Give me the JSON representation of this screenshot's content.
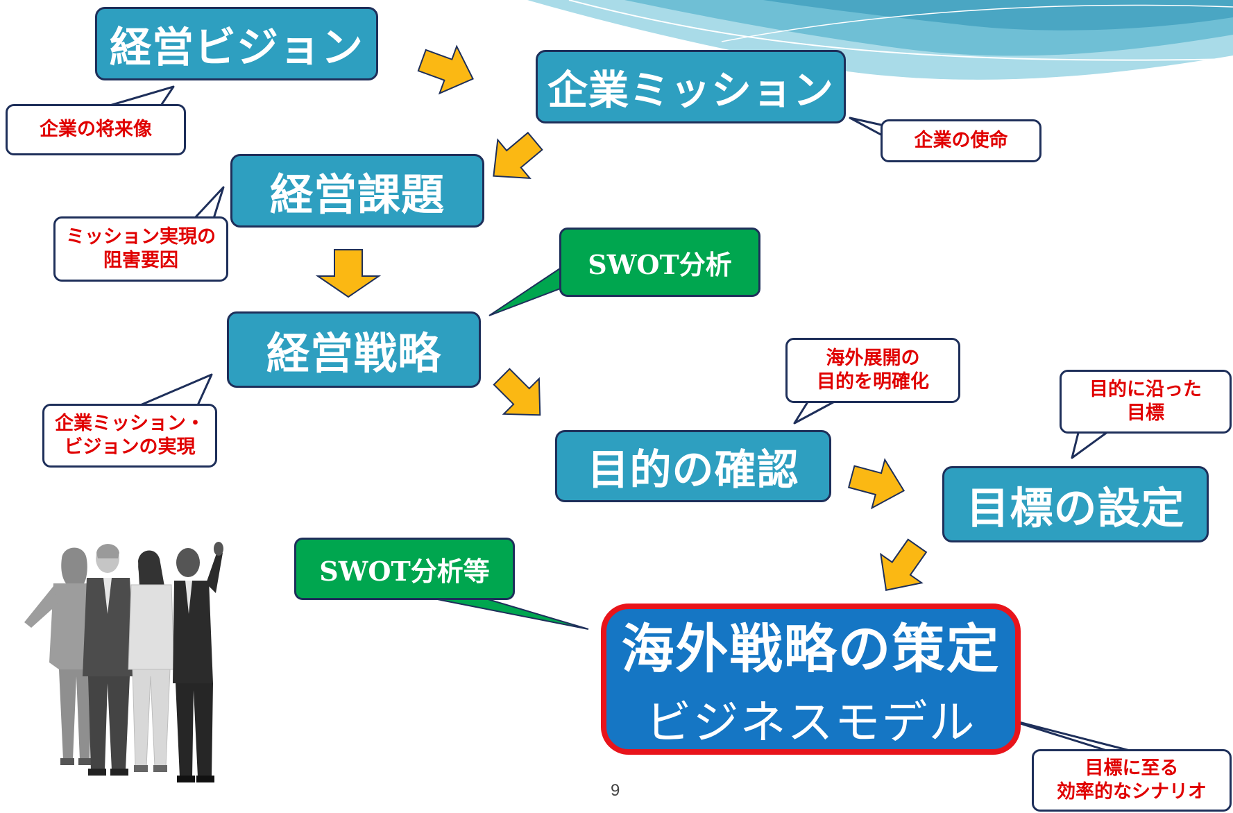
{
  "flow": {
    "vision": "経営ビジョン",
    "mission": "企業ミッション",
    "issues": "経営課題",
    "strategy": "経営戦略",
    "purpose": "目的の確認",
    "target": "目標の設定",
    "final_line1": "海外戦略の策定",
    "final_line2": "ビジネスモデル"
  },
  "analysis": {
    "swot1": "SWOT分析",
    "swot2": "SWOT分析等"
  },
  "notes": {
    "vision": "企業の将来像",
    "mission": "企業の使命",
    "issues_l1": "ミッション実現の",
    "issues_l2": "阻害要因",
    "strategy_l1": "企業ミッション・",
    "strategy_l2": "ビジョンの実現",
    "purpose_l1": "海外展開の",
    "purpose_l2": "目的を明確化",
    "target_l1": "目的に沿った",
    "target_l2": "目標",
    "final_l1": "目標に至る",
    "final_l2": "効率的なシナリオ"
  },
  "page_number": "9",
  "colors": {
    "box_fill": "#2e9fc0",
    "box_border": "#1e2f5a",
    "green_fill": "#00a64f",
    "note_text": "#e00000",
    "arrow_fill": "#fbb813",
    "final_fill": "#1576c4",
    "final_border": "#e8141b"
  },
  "icons": [
    "flow-arrow-icon",
    "business-people-illustration"
  ]
}
